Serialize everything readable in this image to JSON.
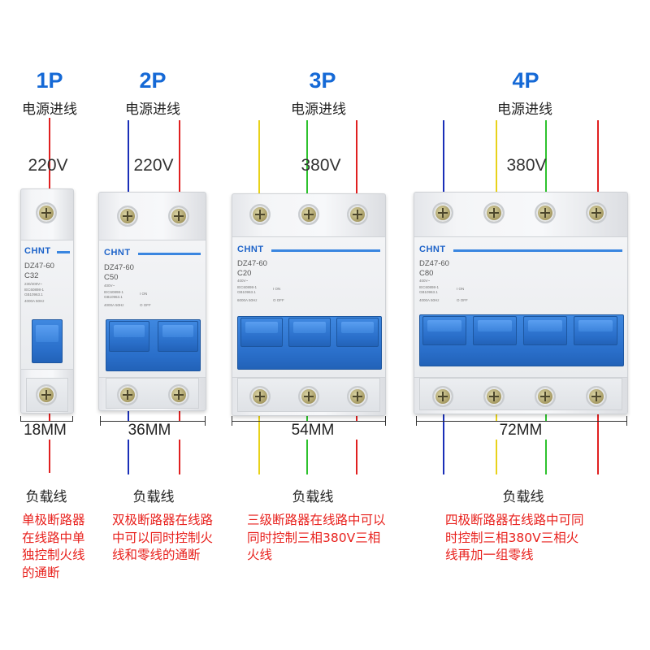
{
  "groups": [
    {
      "id": "1p",
      "title": "1P",
      "supply_label": "电源进线",
      "voltage": "220V",
      "width": "18MM",
      "load_label": "负载线",
      "description_lines": [
        "单极断路器",
        "在线路中单",
        "独控制火线",
        "的通断"
      ],
      "breaker": {
        "brand": "CHNT",
        "model": "DZ47-60",
        "rating": "C32",
        "rating_sub": "230/400V~"
      },
      "wire_colors": [
        "#e02020"
      ]
    },
    {
      "id": "2p",
      "title": "2P",
      "supply_label": "电源进线",
      "voltage": "220V",
      "width": "36MM",
      "load_label": "负载线",
      "description_lines": [
        "双极断路器在线路",
        "中可以同时控制火",
        "线和零线的通断"
      ],
      "breaker": {
        "brand": "CHNT",
        "model": "DZ47-60",
        "rating": "C50",
        "rating_sub": "400V~"
      },
      "wire_colors": [
        "#1a2fb8",
        "#e02020"
      ]
    },
    {
      "id": "3p",
      "title": "3P",
      "supply_label": "电源进线",
      "voltage": "380V",
      "width": "54MM",
      "load_label": "负载线",
      "description_lines": [
        "三级断路器在线路中可以",
        "同时控制三相380V三相",
        "火线"
      ],
      "breaker": {
        "brand": "CHNT",
        "model": "DZ47-60",
        "rating": "C20",
        "rating_sub": "400V~"
      },
      "wire_colors": [
        "#e8d21a",
        "#2ec22e",
        "#e02020"
      ]
    },
    {
      "id": "4p",
      "title": "4P",
      "supply_label": "电源进线",
      "voltage": "380V",
      "width": "72MM",
      "load_label": "负载线",
      "description_lines": [
        "四极断路器在线路中可同",
        "时控制三相380V三相火",
        "线再加一组零线"
      ],
      "breaker": {
        "brand": "CHNT",
        "model": "DZ47-60",
        "rating": "C80",
        "rating_sub": "400V~"
      },
      "wire_colors": [
        "#1a2fb8",
        "#e8d21a",
        "#2ec22e",
        "#e02020"
      ]
    }
  ],
  "common": {
    "standard_lines": [
      "IEC60898-1",
      "GB10963.1"
    ],
    "on_label": "I ON",
    "off_label": "O OFF",
    "capacity_lines": [
      "4000A 50Hz",
      "6000A 50Hz"
    ]
  },
  "colors": {
    "title_blue": "#1569d6",
    "desc_red": "#e8211d",
    "toggle_blue": "#2a6fca",
    "brand_blue": "#1d63c9"
  }
}
